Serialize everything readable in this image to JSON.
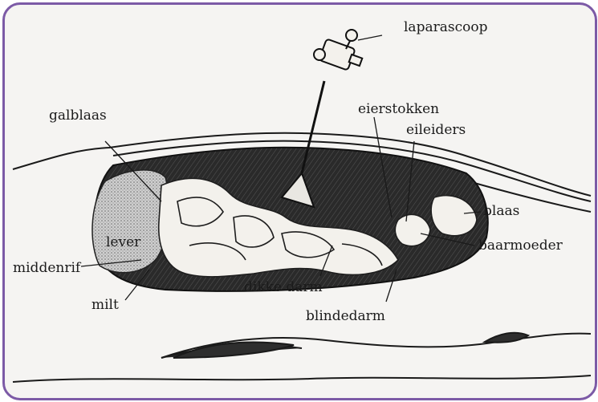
{
  "frame": {
    "border_color": "#7c5aa6"
  },
  "labels": {
    "laparascoop": "laparascoop",
    "galblaas": "galblaas",
    "eierstokken": "eierstokken",
    "eileiders": "eileiders",
    "blaas": "blaas",
    "baarmoeder": "baarmoeder",
    "lever": "lever",
    "middenrif": "middenrif",
    "milt": "milt",
    "dikke_darm": "dikke darm",
    "blindedarm": "blindedarm"
  }
}
